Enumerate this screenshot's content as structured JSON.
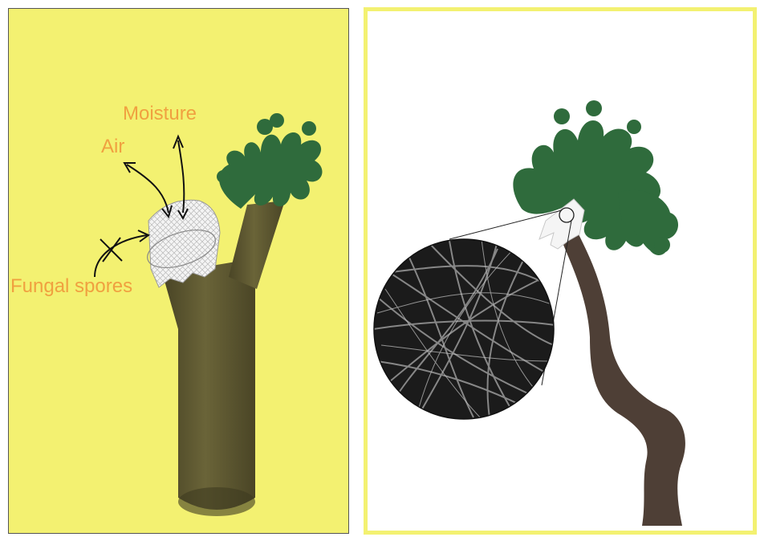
{
  "labels": {
    "moisture": "Moisture",
    "air": "Air",
    "fungal_spores": "Fungal spores"
  },
  "colors": {
    "background_yellow": "#f3f171",
    "label_orange": "#f0a040",
    "stem_olive": "#5f5a34",
    "bark_brown": "#4e3f36",
    "leaf_green": "#2f6b3c",
    "arrow_black": "#111111"
  }
}
